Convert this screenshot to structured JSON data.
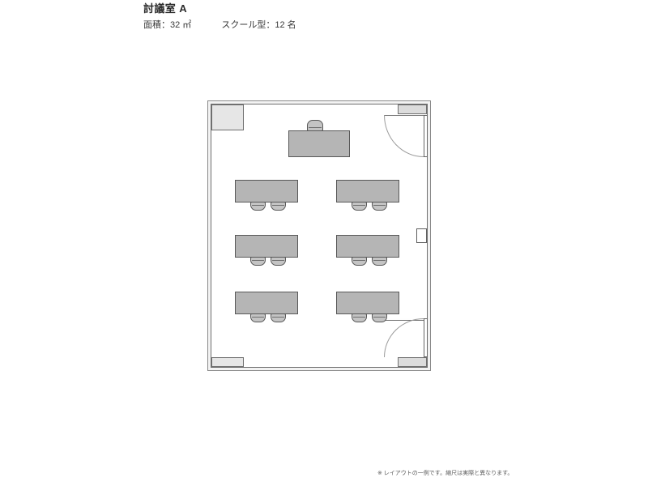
{
  "header": {
    "room_title": "討議室 A",
    "area_label": "面積：32 ㎡",
    "style_label": "スクール型：12 名"
  },
  "footer": {
    "note": "※ レイアウトの一例です。縮尺は実際と異なります。"
  },
  "colors": {
    "desk_fill": "#b5b5b5",
    "chair_fill": "#c4c4c4",
    "pillar_fill": "#e6e6e6",
    "wall_stroke": "#6e6e6e",
    "page_background": "#ffffff",
    "text": "#333333"
  },
  "floorplan": {
    "name": "討議室 A",
    "layout_type": "スクール型",
    "capacity": 12,
    "area_sqm": 32,
    "walls": {
      "style": "double-line",
      "count": 4
    },
    "pillars": [
      {
        "name": "pillar-top-left",
        "position": "top-left"
      },
      {
        "name": "pillar-top-right",
        "position": "top-right"
      },
      {
        "name": "pillar-bottom-left",
        "position": "bottom-left"
      },
      {
        "name": "pillar-bottom-right",
        "position": "bottom-right"
      }
    ],
    "doors": [
      {
        "name": "door-upper-right",
        "wall": "right",
        "swing": "inward-down"
      },
      {
        "name": "door-lower-right",
        "wall": "right",
        "swing": "inward-up"
      }
    ],
    "wall_panel": {
      "name": "wall-control-panel",
      "wall": "right"
    },
    "instructor_desk": {
      "seats": 1,
      "position": "front-center"
    },
    "student_desks": [
      {
        "row": 1,
        "column": "left",
        "seats": 2
      },
      {
        "row": 1,
        "column": "right",
        "seats": 2
      },
      {
        "row": 2,
        "column": "left",
        "seats": 2
      },
      {
        "row": 2,
        "column": "right",
        "seats": 2
      },
      {
        "row": 3,
        "column": "left",
        "seats": 2
      },
      {
        "row": 3,
        "column": "right",
        "seats": 2
      }
    ],
    "total_seats": 12
  }
}
